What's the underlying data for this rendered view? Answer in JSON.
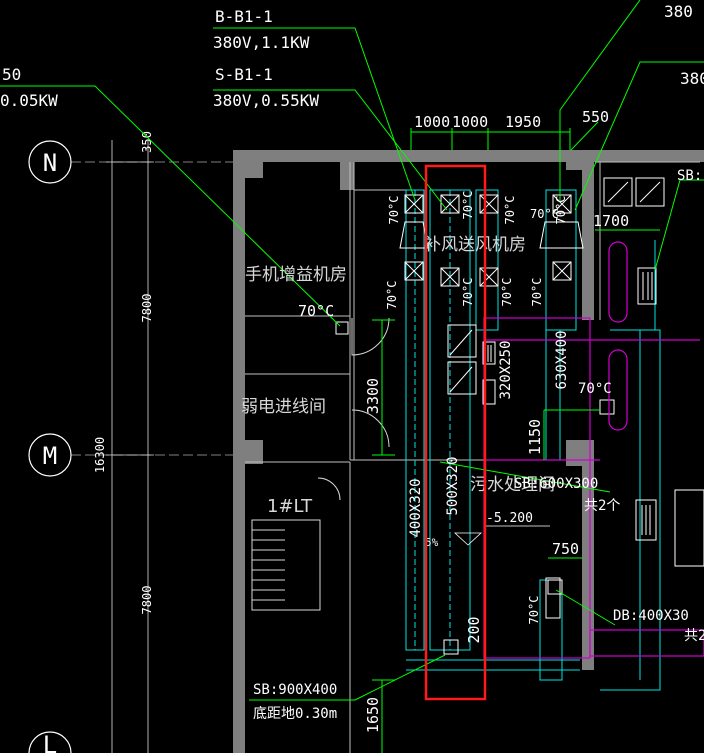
{
  "equipment_labels": {
    "b_b1_1": "B-B1-1",
    "b_b1_1_power": "380V,1.1KW",
    "s_b1_1": "S-B1-1",
    "s_b1_1_power": "380V,0.55KW",
    "left_partial_top": "50",
    "left_partial_power": "0.05KW",
    "right_partial_top": "380",
    "right_partial_mid": "380"
  },
  "rooms": {
    "phone_room": "手机增益机房",
    "weak_room": "弱电进线间",
    "elevator": "1#LT",
    "supply_room": "补风送风机房",
    "sewage_room": "污水处理间"
  },
  "axes": {
    "n": "N",
    "m": "M",
    "l": "L"
  },
  "dimensions": {
    "d1000a": "1000",
    "d1000b": "1000",
    "d1950": "1950",
    "d550": "550",
    "d350": "350",
    "d7800a": "7800",
    "d16300": "16300",
    "d7800b": "7800",
    "d3300": "3300",
    "d1700": "1700",
    "d1150": "1150",
    "d750": "750",
    "d200": "200",
    "d1650": "1650"
  },
  "ducts": {
    "d320x250": "320X250",
    "d630x400": "630X400",
    "d500x320": "500X320",
    "d400x320": "400X320"
  },
  "temps": {
    "t1": "70°C",
    "t2": "70°C",
    "t3": "70°C",
    "t4": "70°C",
    "t5": "70°C",
    "t6": "70°C",
    "t7": "70°C",
    "t8": "70°C",
    "t9": "70°C",
    "t10": "70°C",
    "t11": "70°C",
    "t12": "70°C"
  },
  "notes": {
    "sb_600": "SB:600X300",
    "sb_600_count": "共2个",
    "level": "-5.200",
    "slope": "5%",
    "sb_right": "SB:",
    "db": "DB:400X30",
    "db_count": "共2",
    "sb_900": "SB:900X400",
    "bottom_height": "底距地0.30m"
  },
  "colors": {
    "wall": "#7f7f7f",
    "leader": "#00ff00",
    "duct_cyan": "#00e5e5",
    "duct_magenta": "#d000d0",
    "highlight": "#ff1a1a"
  }
}
